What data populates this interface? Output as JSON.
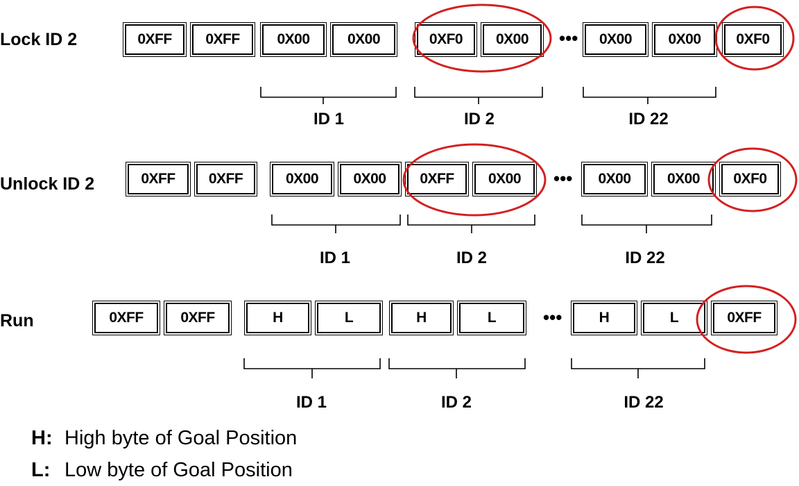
{
  "rows": [
    {
      "label": "Lock  ID 2",
      "bytes": [
        "0XFF",
        "0XFF",
        "0X00",
        "0X00",
        "0XF0",
        "0X00",
        "0X00",
        "0X00",
        "0XF0"
      ],
      "ellipsis": "•••",
      "groups": [
        "ID 1",
        "ID 2",
        "ID 22"
      ]
    },
    {
      "label": "Unlock  ID 2",
      "bytes": [
        "0XFF",
        "0XFF",
        "0X00",
        "0X00",
        "0XFF",
        "0X00",
        "0X00",
        "0X00",
        "0XF0"
      ],
      "ellipsis": "•••",
      "groups": [
        "ID 1",
        "ID 2",
        "ID 22"
      ]
    },
    {
      "label": "Run",
      "bytes": [
        "0XFF",
        "0XFF",
        "H",
        "L",
        "H",
        "L",
        "H",
        "L",
        "0XFF"
      ],
      "ellipsis": "•••",
      "groups": [
        "ID 1",
        "ID 2",
        "ID 22"
      ]
    }
  ],
  "legend": [
    {
      "key": "H:",
      "text": "High byte of Goal Position"
    },
    {
      "key": "L:",
      "text": "Low byte of Goal Position"
    }
  ],
  "colors": {
    "highlight": "#d42020",
    "box_border": "#000000",
    "text": "#000000"
  }
}
